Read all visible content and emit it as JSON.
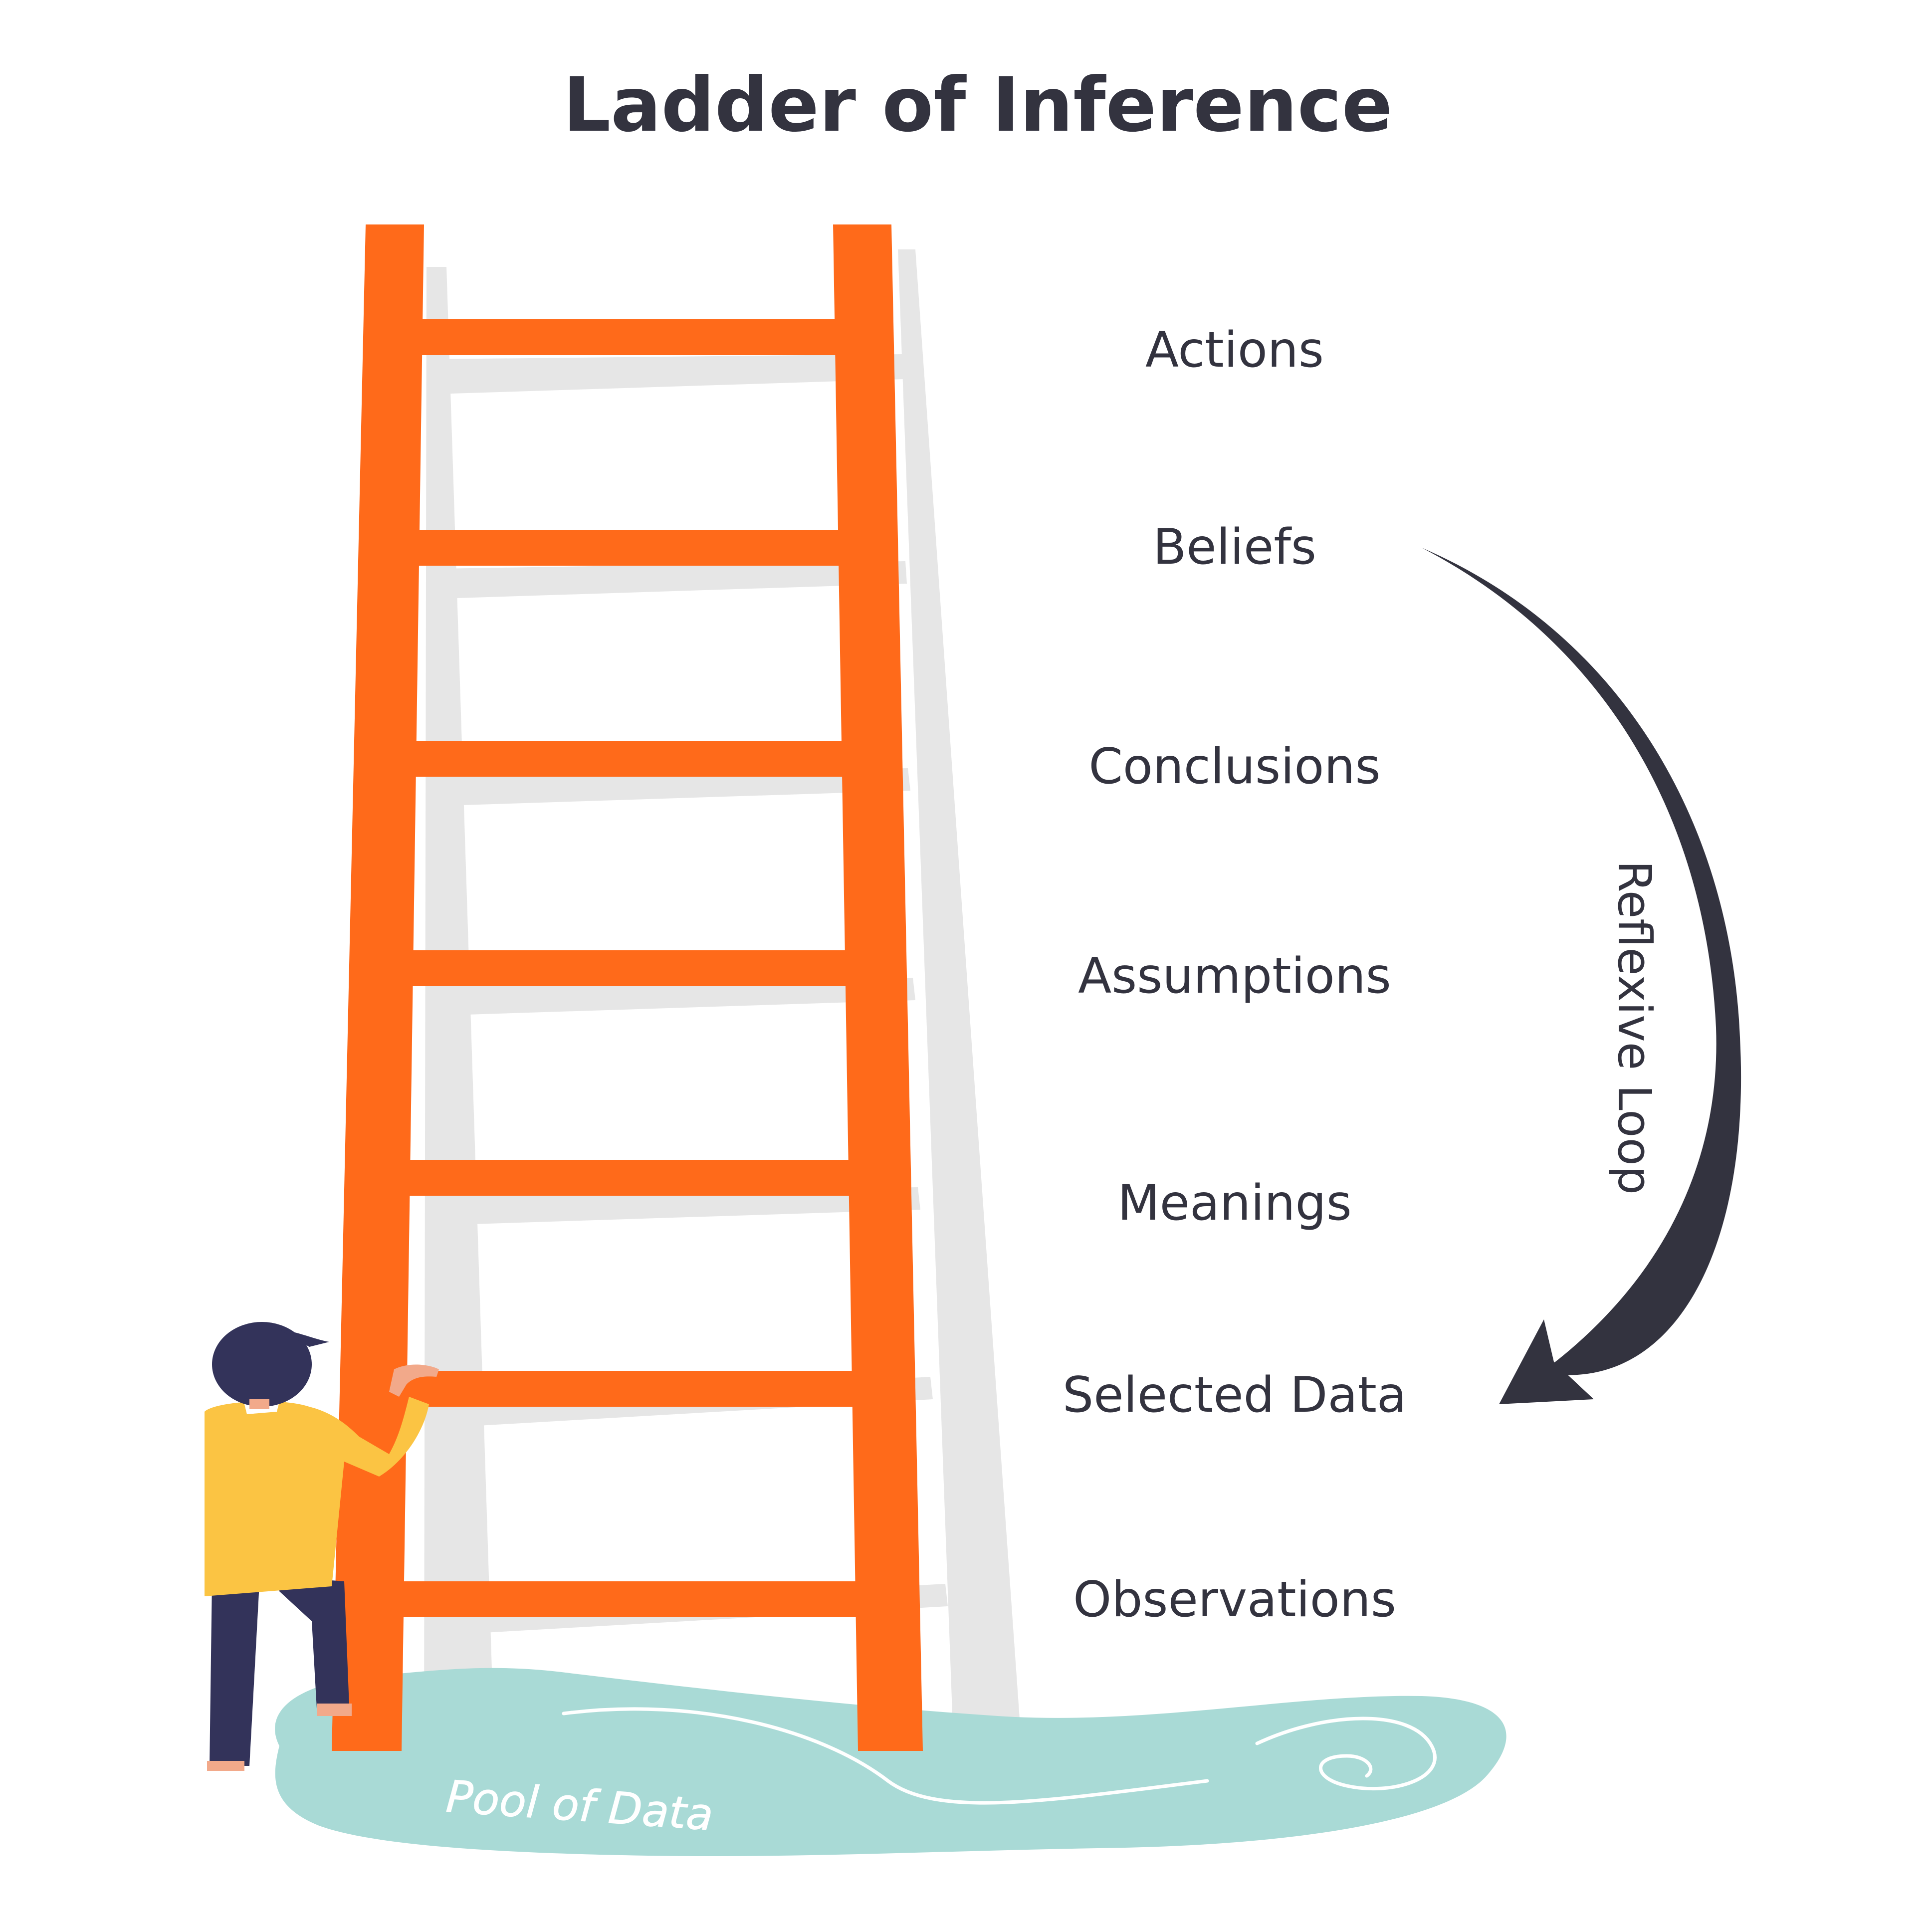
{
  "title": "Ladder of Inference",
  "rungs": [
    "Actions",
    "Beliefs",
    "Conclusions",
    "Assumptions",
    "Meanings",
    "Selected Data",
    "Observations"
  ],
  "loop_label": "Reflexive Loop",
  "pool_label": "Pool of Data",
  "colors": {
    "ladder": "#ff6a1a",
    "shadow": "#e6e6e6",
    "text": "#33333f",
    "arrow": "#33333f",
    "pool": "#a9dad6",
    "shirt": "#fbc443",
    "pants": "#33335a",
    "hair": "#33335a",
    "skin": "#f2a98a"
  }
}
